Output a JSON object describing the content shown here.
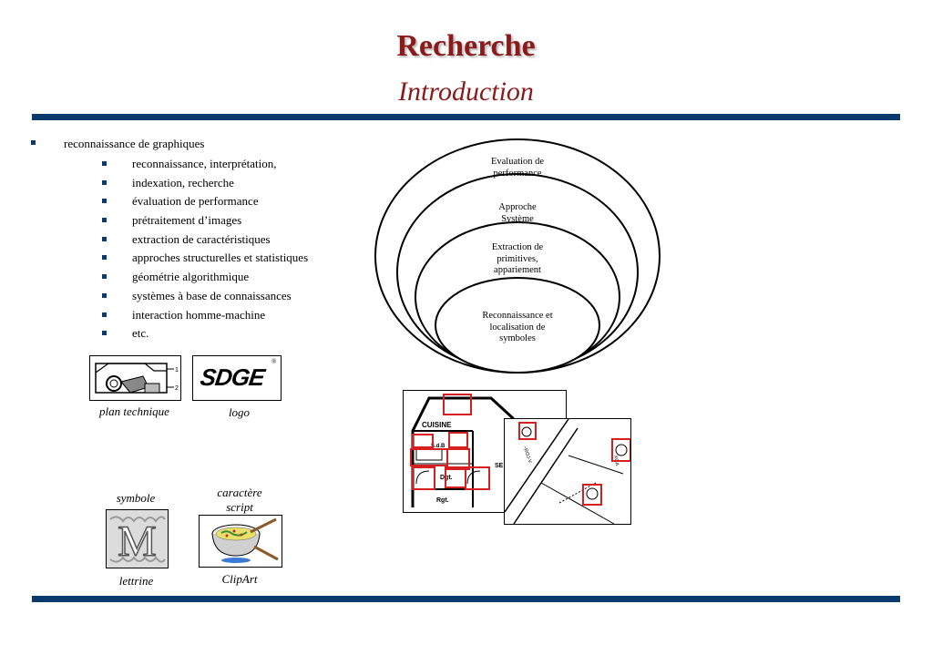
{
  "slide": {
    "title": "Recherche",
    "subtitle": "Introduction"
  },
  "bullets": {
    "main": "reconnaissance de graphiques",
    "items": [
      "reconnaissance, interprétation,",
      "indexation, recherche",
      "évaluation de performance",
      "prétraitement d’images",
      "extraction de caractéristiques",
      "approches structurelles et statistiques",
      "géométrie algorithmique",
      "systèmes à base de connaissances",
      "interaction homme-machine",
      "etc."
    ]
  },
  "images": {
    "plan_caption": "plan technique",
    "logo_caption": "logo",
    "logo_text": "SDGE",
    "symbole_caption": "symbole",
    "script_caption_line1": "caractère",
    "script_caption_line2": "script",
    "lettrine_caption": "lettrine",
    "clipart_caption": "ClipArt"
  },
  "diagram": {
    "layers": [
      [
        "Evaluation de",
        "performance"
      ],
      [
        "Approche",
        "Système"
      ],
      [
        "Extraction de",
        "primitives,",
        "appariement"
      ],
      [
        "Reconnaissance et",
        "localisation de",
        "symboles"
      ]
    ]
  },
  "floorplan": {
    "room1": "CUISINE",
    "room2": "S.d.B",
    "room3": "Dgt.",
    "room4": "Rgt.",
    "room5": "SE"
  },
  "colors": {
    "title": "#8b1a1a",
    "rule": "#0b3a6e",
    "highlight": "#d62020"
  }
}
